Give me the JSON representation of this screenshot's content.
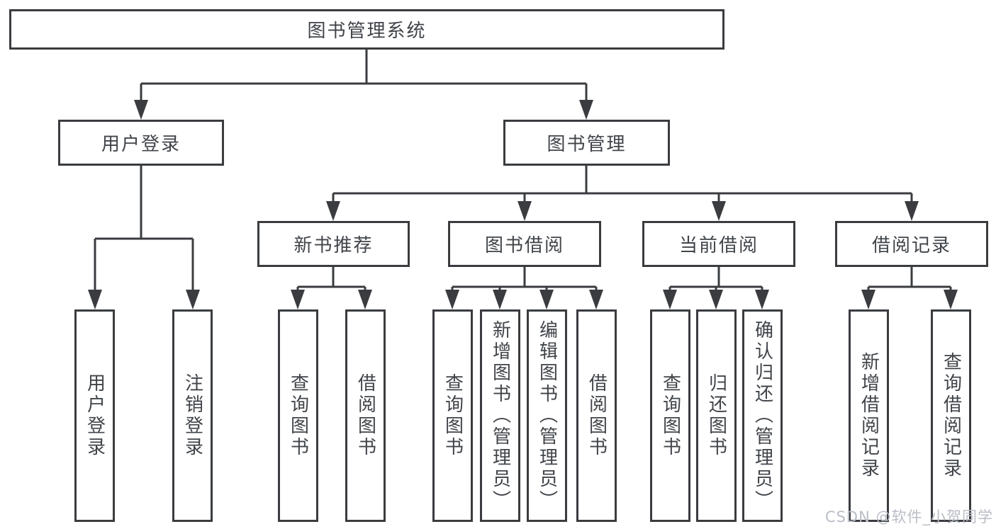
{
  "colors": {
    "stroke": "#3a3c3f",
    "text": "#404449",
    "watermark": "#b9bdc6",
    "background": "#ffffff"
  },
  "watermark": "CSDN @软件_小贺同学",
  "tree": {
    "root": "图书管理系统",
    "branches": [
      {
        "label": "用户登录",
        "children": [
          "用户登录",
          "注销登录"
        ]
      },
      {
        "label": "图书管理",
        "children": [
          {
            "label": "新书推荐",
            "children": [
              "查询图书",
              "借阅图书"
            ]
          },
          {
            "label": "图书借阅",
            "children": [
              "查询图书",
              "新增图书（管理员）",
              "编辑图书（管理员）",
              "借阅图书"
            ]
          },
          {
            "label": "当前借阅",
            "children": [
              "查询图书",
              "归还图书",
              "确认归还（管理员）"
            ]
          },
          {
            "label": "借阅记录",
            "children": [
              "新增借阅记录",
              "查询借阅记录"
            ]
          }
        ]
      }
    ]
  }
}
